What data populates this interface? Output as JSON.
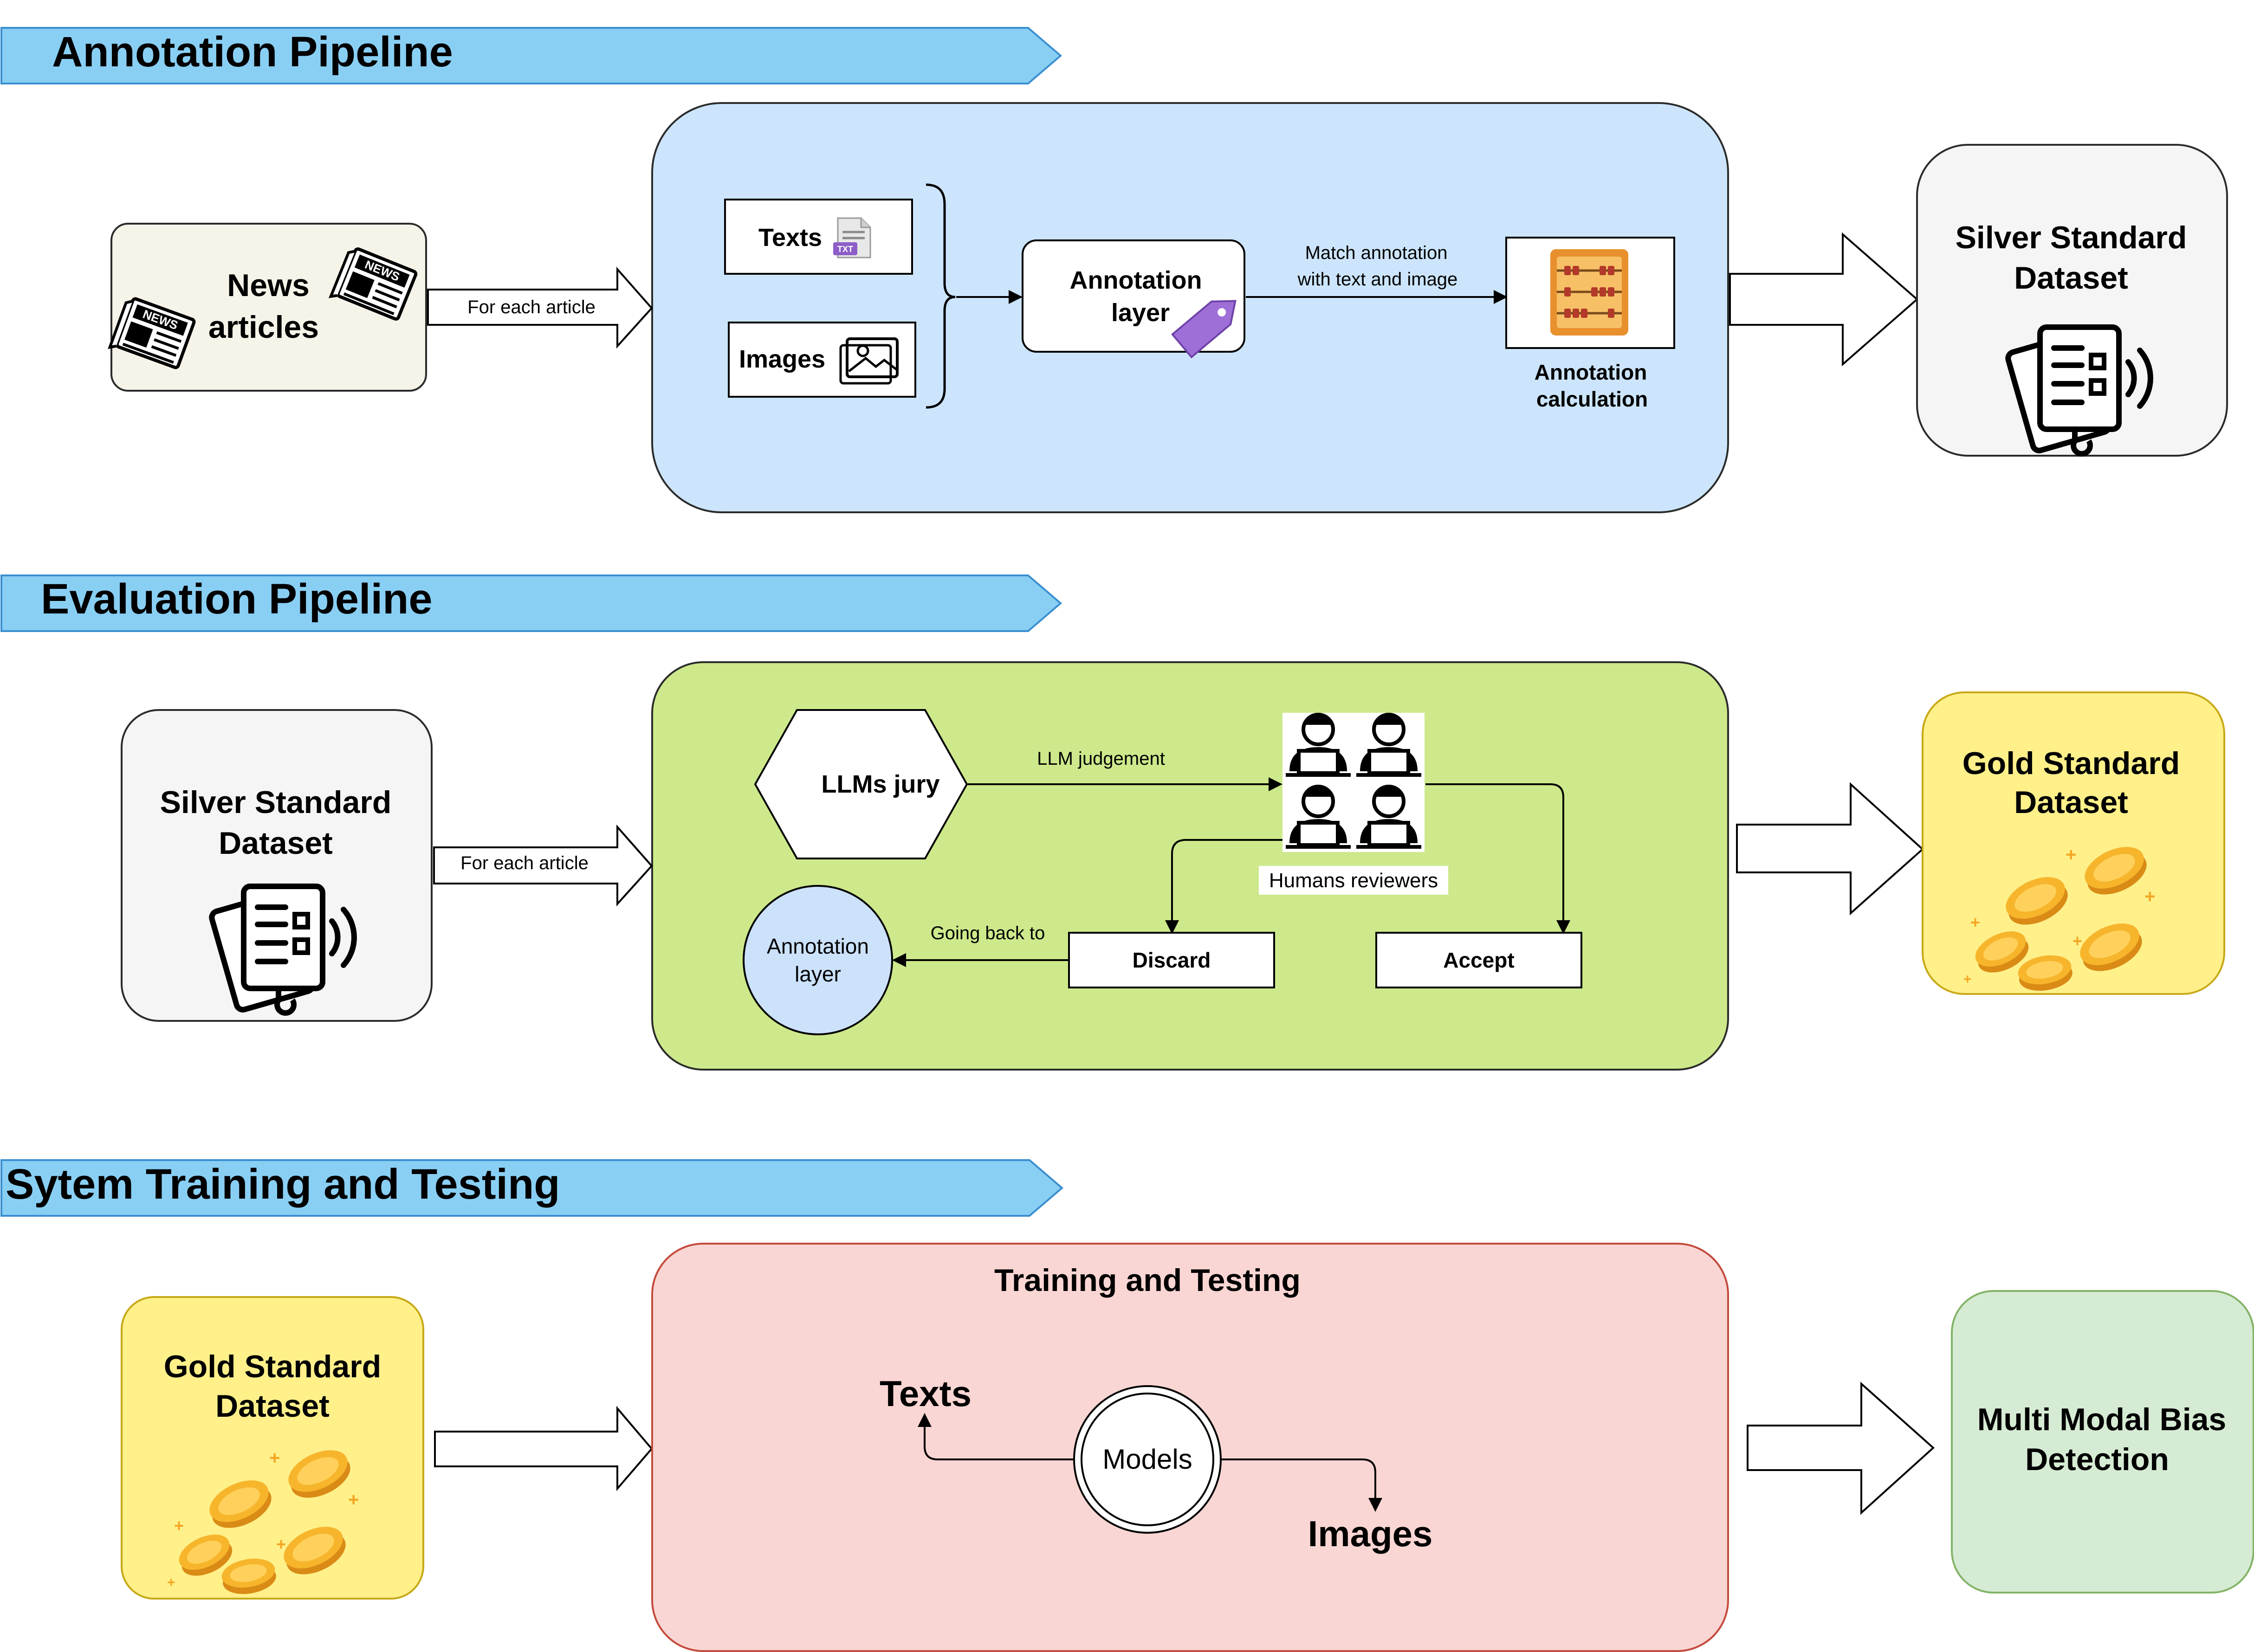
{
  "sections": {
    "annotation": {
      "title": "Annotation Pipeline",
      "news_box": {
        "line1": "News",
        "line2": "articles"
      },
      "for_each_label": "For each article",
      "texts_label": "Texts",
      "images_label": "Images",
      "annotation_layer": {
        "line1": "Annotation",
        "line2": "layer"
      },
      "match_label": {
        "line1": "Match annotation",
        "line2": "with text and image"
      },
      "calc_label": {
        "line1": "Annotation",
        "line2": "calculation"
      },
      "output": {
        "line1": "Silver Standard",
        "line2": "Dataset"
      }
    },
    "evaluation": {
      "title": "Evaluation Pipeline",
      "input": {
        "line1": "Silver Standard",
        "line2": "Dataset"
      },
      "for_each_label": "For each article",
      "llm_jury": "LLMs jury",
      "llm_judgement": "LLM judgement",
      "humans_label": "Humans reviewers",
      "annotation_layer": {
        "line1": "Annotation",
        "line2": "layer"
      },
      "going_back": "Going back to",
      "discard": "Discard",
      "accept": "Accept",
      "output": {
        "line1": "Gold Standard",
        "line2": "Dataset"
      }
    },
    "training": {
      "title": "Sytem Training and Testing",
      "input": {
        "line1": "Gold Standard",
        "line2": "Dataset"
      },
      "box_title": "Training and Testing",
      "texts": "Texts",
      "models": "Models",
      "images": "Images",
      "output": {
        "line1": "Multi Modal Bias",
        "line2": "Detection"
      }
    }
  },
  "colors": {
    "banner": "#89cff4",
    "annotation_panel": "#cce5fc",
    "evaluation_panel": "#cde98b",
    "training_panel": "#f9d6d3",
    "news_box": "#f6f3e9",
    "silver_box": "#f5f5f5",
    "gold_box": "#fff08a",
    "gold_border": "#c7a817",
    "output_box": "#d6ebd3",
    "output_border": "#82b366",
    "annotation_circle": "#cce2fb"
  },
  "icons": [
    "newspaper-icon",
    "document-icon",
    "image-icon",
    "tag-icon",
    "abacus-icon",
    "dataset-icon",
    "coins-icon",
    "reviewer-icon"
  ]
}
